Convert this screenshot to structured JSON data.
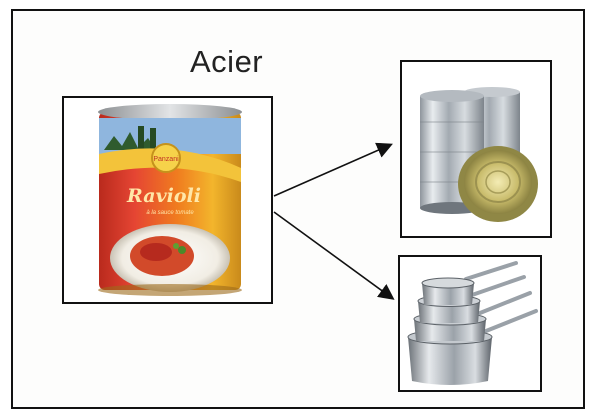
{
  "diagram": {
    "title": "Acier",
    "source_item": {
      "icon": "ravioli-can-icon",
      "brand_label": "Panzani",
      "product_label": "Ravioli",
      "subtitle_label": "à la sauce tomate"
    },
    "recycled_items": [
      {
        "icon": "steel-tin-cans-icon"
      },
      {
        "icon": "stainless-saucepans-icon"
      }
    ],
    "colors": {
      "can_red": "#d8392b",
      "can_yellow": "#f0b72a",
      "steel": "#b9bec4"
    }
  }
}
